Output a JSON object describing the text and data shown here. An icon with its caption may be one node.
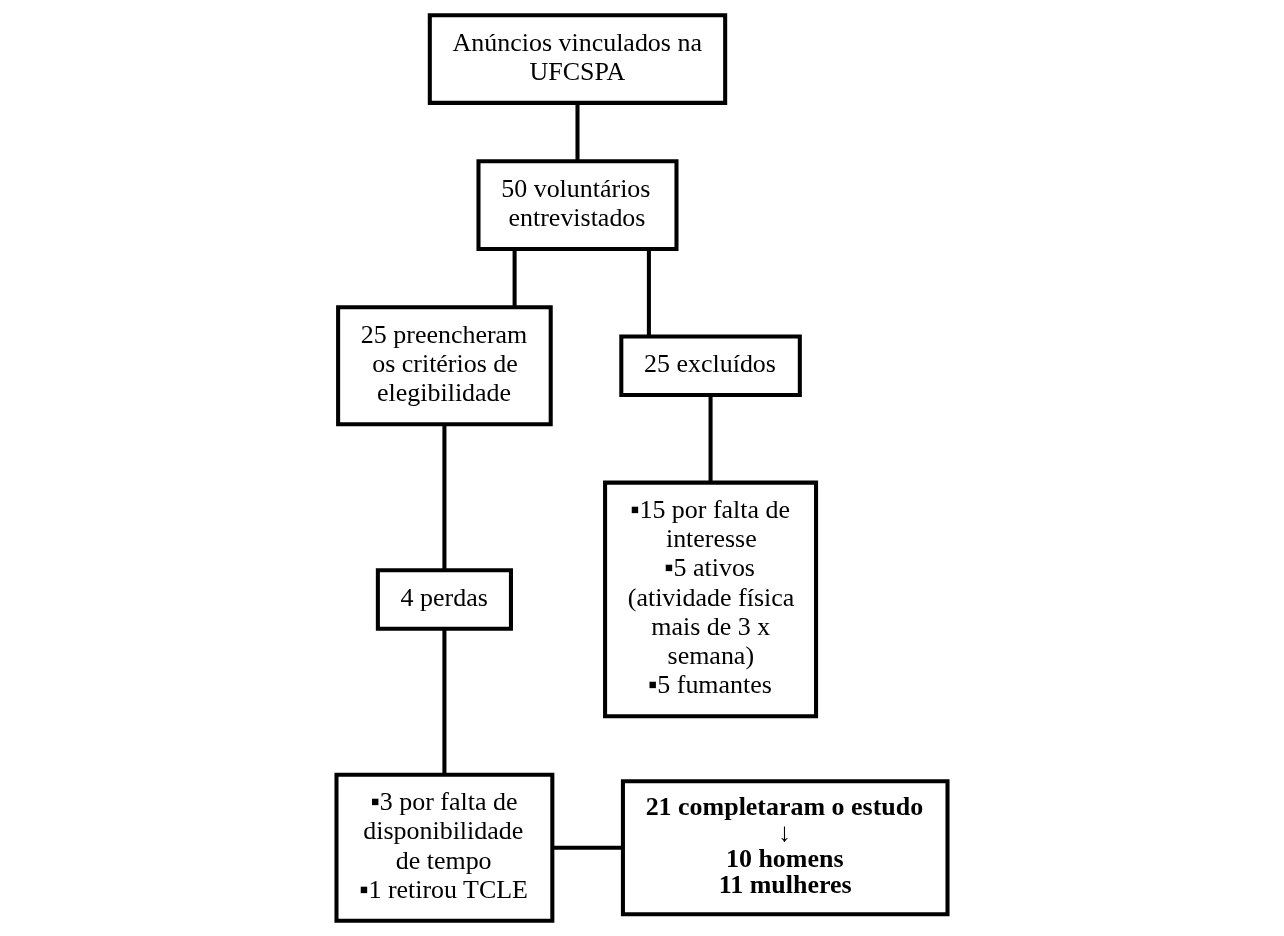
{
  "diagram": {
    "nodes": [
      {
        "text": [
          "Anúncios vinculados na UFCSPA"
        ]
      },
      {
        "text": [
          "50 voluntários entrevistados"
        ]
      },
      {
        "text": [
          "25 preencheram os critérios de elegibilidade"
        ]
      },
      {
        "text": [
          "25 excluídos"
        ]
      },
      {
        "text": [
          "4 perdas"
        ]
      },
      {
        "text": [
          "▪3 por falta de disponibilidade de tempo",
          "▪1 retirou TCLE"
        ]
      },
      {
        "text": [
          "21 completaram o estudo",
          "↓",
          "10 homens",
          "11 mulheres"
        ]
      },
      {
        "text": [
          "▪15 por falta de interesse",
          "▪5 ativos (atividade física mais de 3 x semana)",
          "▪5 fumantes"
        ]
      }
    ],
    "edges": [
      {
        "from": 0,
        "to": 1,
        "arrow": "none"
      },
      {
        "from": 1,
        "to": 2,
        "arrow": "none"
      },
      {
        "from": 1,
        "to": 3,
        "arrow": "none"
      },
      {
        "from": 2,
        "to": 4,
        "arrow": "none"
      },
      {
        "from": 4,
        "to": 5,
        "arrow": "none"
      },
      {
        "from": 5,
        "to": 6,
        "arrow": "none"
      },
      {
        "from": 3,
        "to": 7,
        "arrow": "none"
      }
    ]
  }
}
